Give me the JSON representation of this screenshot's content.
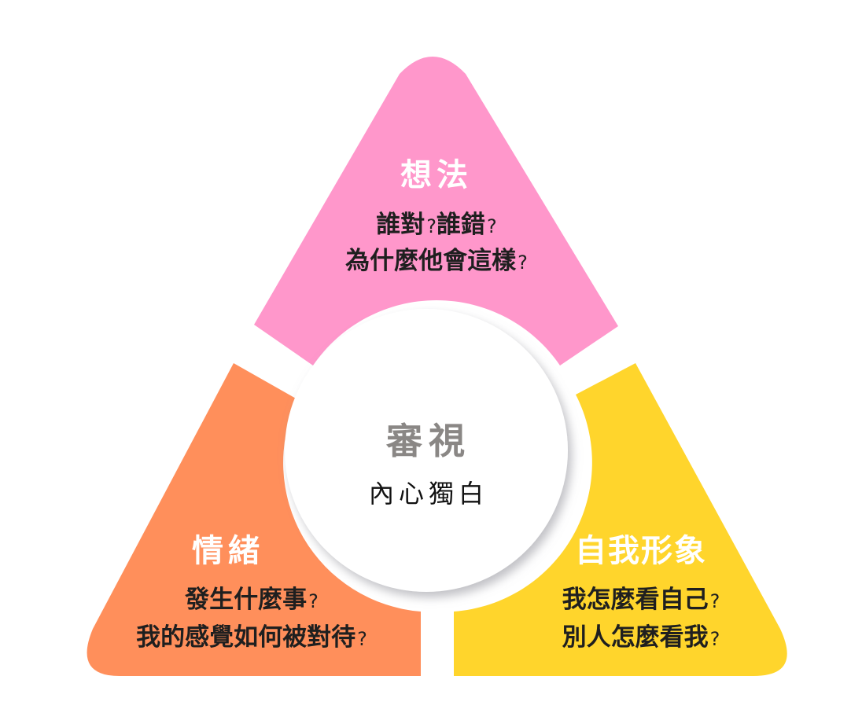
{
  "colors": {
    "pink": "#FF97CB",
    "orange": "#FF8F5B",
    "yellow": "#FFD52C",
    "center": "#FFFFFF"
  },
  "top": {
    "title": "想法",
    "line1_a": "誰對",
    "line1_q1": "?",
    "line1_b": "誰錯",
    "line1_q2": "?",
    "line2": "為什麼他會這樣",
    "line2_q": "?"
  },
  "left": {
    "title": "情緒",
    "line1": "發生什麼事",
    "line1_q": "?",
    "line2": "我的感覺如何被對待",
    "line2_q": "?"
  },
  "right": {
    "title": "自我形象",
    "line1": "我怎麼看自己",
    "line1_q": "?",
    "line2": "別人怎麼看我",
    "line2_q": "?"
  },
  "center": {
    "title": "審視",
    "subtitle": "內心獨白"
  }
}
